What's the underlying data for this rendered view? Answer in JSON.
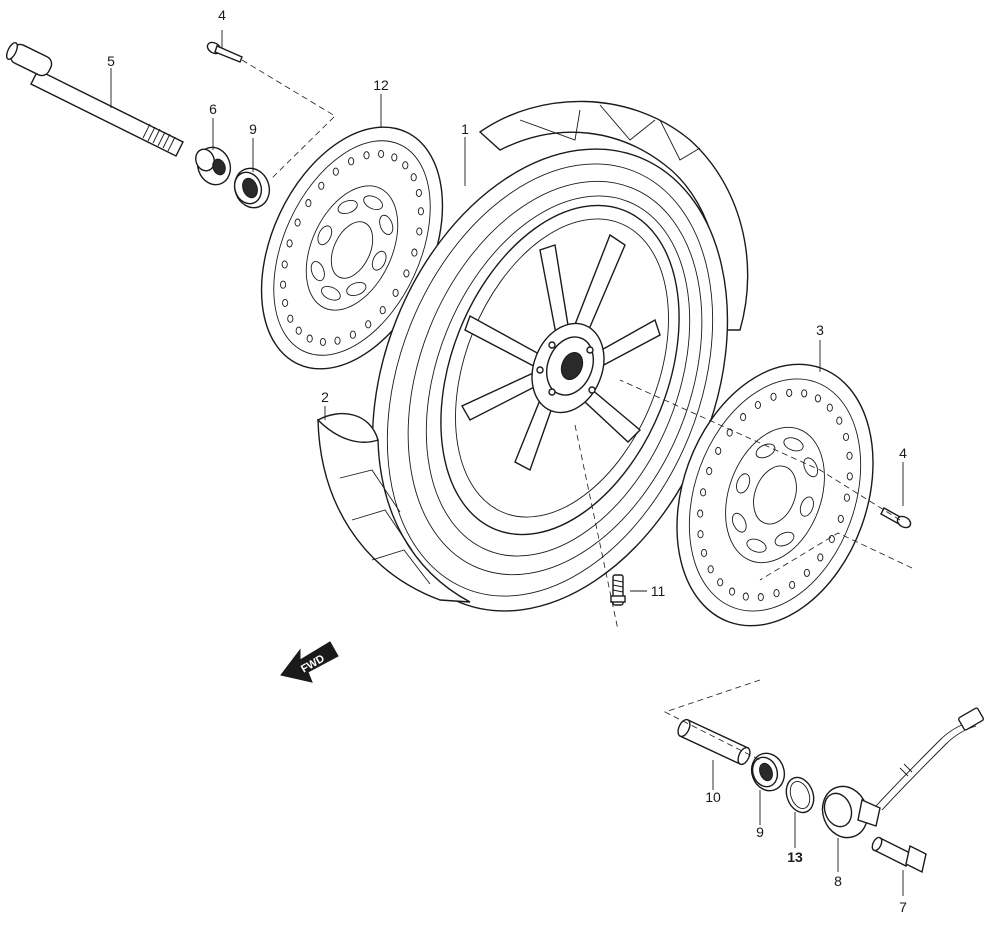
{
  "callouts": {
    "c1": "1",
    "c2": "2",
    "c3": "3",
    "c4a": "4",
    "c4b": "4",
    "c5": "5",
    "c6": "6",
    "c7": "7",
    "c8": "8",
    "c9a": "9",
    "c9b": "9",
    "c10": "10",
    "c11": "11",
    "c12": "12",
    "c13": "13"
  },
  "direction_label": "FWD"
}
